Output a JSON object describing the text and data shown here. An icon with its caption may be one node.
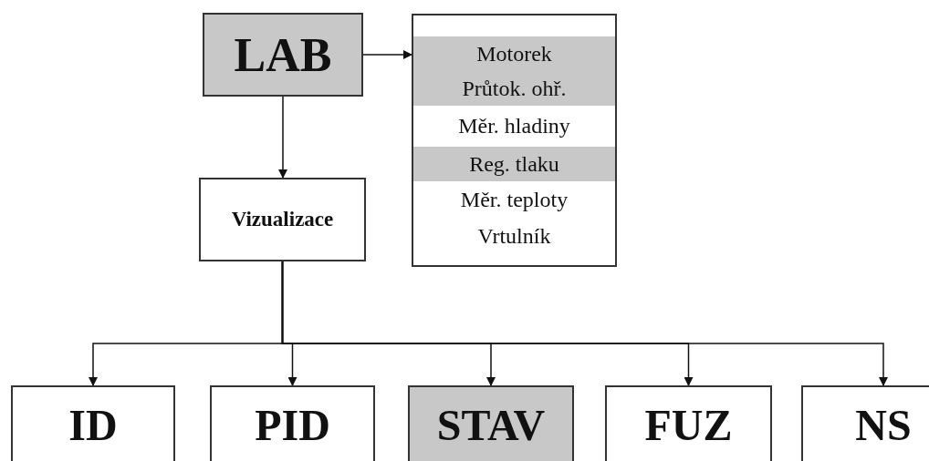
{
  "diagram": {
    "nodes": [
      {
        "text": [
          "LAB"
        ]
      },
      {
        "text": [
          "Motorek",
          "Průtok. ohř.",
          "Měr. hladiny",
          "Reg. tlaku",
          "Měr. teploty",
          "Vrtulník"
        ]
      },
      {
        "text": [
          "Vizualizace"
        ]
      },
      {
        "text": [
          "ID"
        ]
      },
      {
        "text": [
          "PID"
        ]
      },
      {
        "text": [
          "STAV"
        ]
      },
      {
        "text": [
          "FUZ"
        ]
      },
      {
        "text": [
          "NS"
        ]
      }
    ],
    "edges": [
      {
        "from": 0,
        "to": 1,
        "arrow": "to"
      },
      {
        "from": 0,
        "to": 2,
        "arrow": "to"
      },
      {
        "from": 2,
        "to": 3,
        "arrow": "to"
      },
      {
        "from": 2,
        "to": 4,
        "arrow": "to"
      },
      {
        "from": 2,
        "to": 5,
        "arrow": "to"
      },
      {
        "from": 2,
        "to": 6,
        "arrow": "to"
      },
      {
        "from": 2,
        "to": 7,
        "arrow": "to"
      }
    ]
  }
}
